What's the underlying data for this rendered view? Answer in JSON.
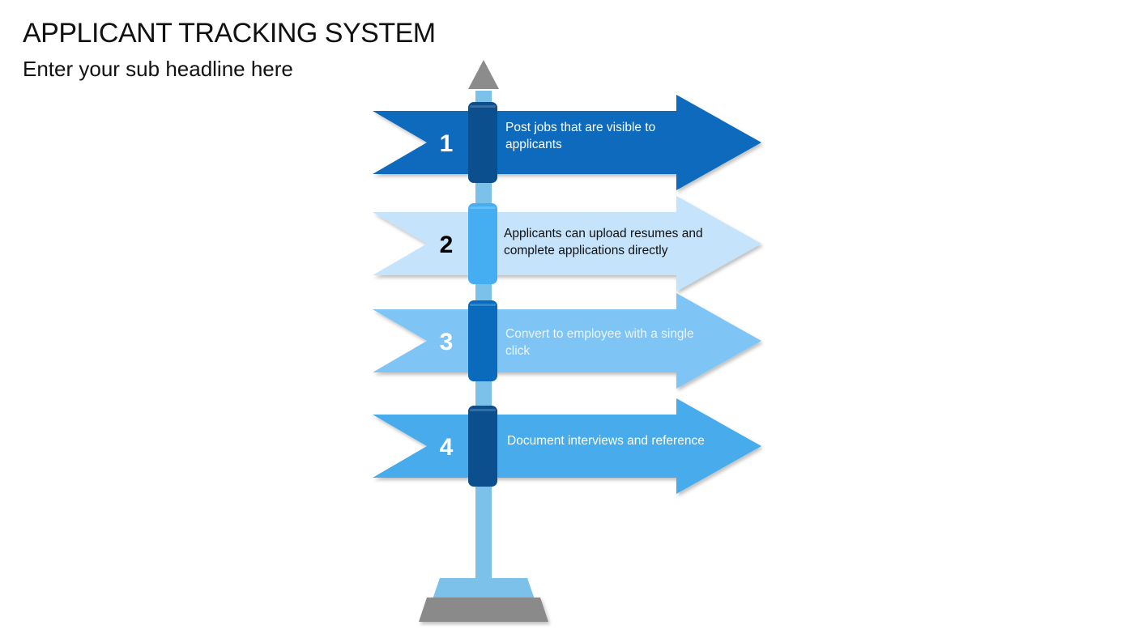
{
  "slide": {
    "title": "APPLICANT TRACKING SYSTEM",
    "subtitle": "Enter your sub headline here"
  },
  "steps": [
    {
      "number": "1",
      "lines": [
        "Post jobs that are visible to",
        "applicants"
      ],
      "arrow_color": "#0A6BBD",
      "band_color": "#0B4F8E",
      "number_color": "#FFFFFF",
      "text_color": "#FFFFFF"
    },
    {
      "number": "2",
      "lines": [
        "Applicants can upload resumes and",
        "complete applications directly"
      ],
      "arrow_color": "#C5E3FA",
      "band_color": "#45AEF2",
      "number_color": "#000000",
      "text_color": "#111111"
    },
    {
      "number": "3",
      "lines": [
        "Convert to employee with a single",
        "click"
      ],
      "arrow_color": "#7EC4F5",
      "band_color": "#0A6BBD",
      "number_color": "#FFFFFF",
      "text_color": "#EAF5FD"
    },
    {
      "number": "4",
      "lines": [
        "Document interviews and reference"
      ],
      "arrow_color": "#46ABEC",
      "band_color": "#0B4F8E",
      "number_color": "#FFFFFF",
      "text_color": "#FFFFFF"
    }
  ],
  "colors": {
    "pole": "#7BC1EA",
    "pole_cap": "#8C8C8C",
    "base_top": "#7BC1EA",
    "base_bottom": "#8A8A8A"
  }
}
